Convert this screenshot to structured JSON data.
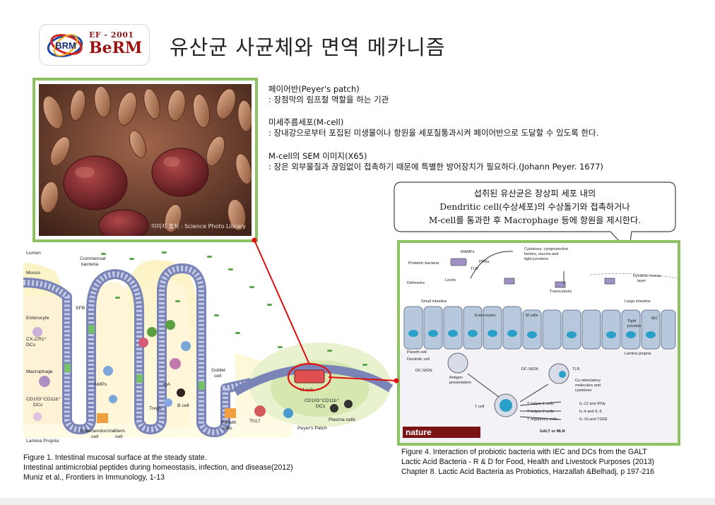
{
  "logo": {
    "small_text": "EF - 2001",
    "brand": "BeRM",
    "emblem_text": "BRM"
  },
  "title": "유산균 사균체와 면역 메카니즘",
  "photo": {
    "credit": "이미지 출처 : Science Photo Library"
  },
  "descriptions": [
    {
      "heading": "페이어반(Peyer's patch)",
      "body": ": 장점막의 림프절 역할을 하는 기관"
    },
    {
      "heading": "미세주름세포(M-cell)",
      "body": ": 장내강으로부터 포집된 미생물이나 항원을 세포질통과시켜 페이어반으로 도달할 수 있도록 한다."
    },
    {
      "heading": "M-cell의 SEM 이미지(X65)",
      "body": ": 장은 외부물질과 끊임없이 접촉하기 때문에 특별한 방어장치가 필요하다.(Johann Peyer. 1677)"
    }
  ],
  "callout": {
    "line1": "섭취된 유산균은 장상피 세포 내의",
    "line2": "Dendritic cell(수상세포)의 수상돌기와 접촉하거나",
    "line3": "M-cell를 통과한 후 Macrophage 등에 항원을 제시한다."
  },
  "figure1": {
    "labels": {
      "lumen": "Lumen",
      "commensal": "Commensal",
      "bacteria": "bacteria",
      "mucus": "Mucus",
      "sfb": "SFB",
      "enterocyte": "Enterocyte",
      "cx": "CX₃CR1⁺",
      "dcs": "DCs",
      "macrophage": "Macrophage",
      "amps": "AMPs",
      "cd103a": "CD103⁺CD11b⁺",
      "dcs2": "DCs",
      "tregs": "Tregs",
      "iga": "IgA",
      "bcell": "B cell",
      "goblet": "Goblet",
      "cell": "cell",
      "mcell": "M cell",
      "cd103b": "CD103⁺CD11b⁺",
      "dcs3": "DCs",
      "th17": "Th17",
      "plasma": "Plasma cells",
      "peyers": "Peyer's Patch",
      "paneth": "Paneth",
      "cells": "cells",
      "enteroendocrine": "Enteroendocrine",
      "cell2": "cell",
      "stem": "Stem",
      "cell3": "cell",
      "lamina": "Lamina Propria"
    }
  },
  "figure4": {
    "labels": {
      "probiotic": "Probiotic bacteria",
      "mamps": "MAMPs",
      "prrs": "PRRs",
      "tlr": "TLR",
      "lectin": "Lectin",
      "defensins": "Defensins",
      "cyto1": "Cytokines, cytoprotective",
      "cyto2": "factors, mucins and",
      "cyto3": "tight junctions",
      "transcytosis": "Transcytosis",
      "dynmucus1": "Dynamic mucus",
      "dynmucus2": "layer",
      "small": "Small intestine",
      "enterocytes": "Enterocytes",
      "mcells": "M cells",
      "large": "Large intestine",
      "iec": "IEC",
      "tight1": "Tight",
      "tight2": "junction",
      "paneth": "Paneth cell",
      "dendritic": "Dendritic cell",
      "lamina": "Lamina propria",
      "dcsign": "DC-SIGN",
      "dcsign2": "DC-SIGN",
      "tlr2": "TLR",
      "antigen1": "Antigen",
      "antigen2": "presentation",
      "costim1": "Co-stimulatory",
      "costim2": "molecules and",
      "costim3": "cytokines",
      "tcell": "T cell",
      "th1": "T helper 1 cells",
      "th2": "T helper 2 cells",
      "treg": "T regulatory cells",
      "il12": "IL-12 and IFNγ",
      "il4": "IL-4 and IL-5",
      "il10": "IL-10 and TGFβ",
      "galt": "GALT or MLN",
      "nature": "nature"
    }
  },
  "captions": {
    "fig1": [
      "Figure 1. Intestinal mucosal surface at the steady state.",
      "Intestinal antimicrobial peptides during homeostasis, infection, and disease(2012)",
      "Muniz et al., Frontiers in Immunology, 1-13"
    ],
    "fig4": [
      "Figure 4. Interaction of probiotic bacteria with IEC and DCs from the GALT",
      "Lactic Acid Bacteria - R & D for Food, Health and Livestock Purposes (2013)",
      "Chapter 8. Lactic Acid Bacteria as Probiotics, Harzallah &Belhadj,  p 197-216"
    ]
  },
  "colors": {
    "frame": "#8dc162",
    "connector": "#e01010",
    "brand": "#9a1414"
  }
}
